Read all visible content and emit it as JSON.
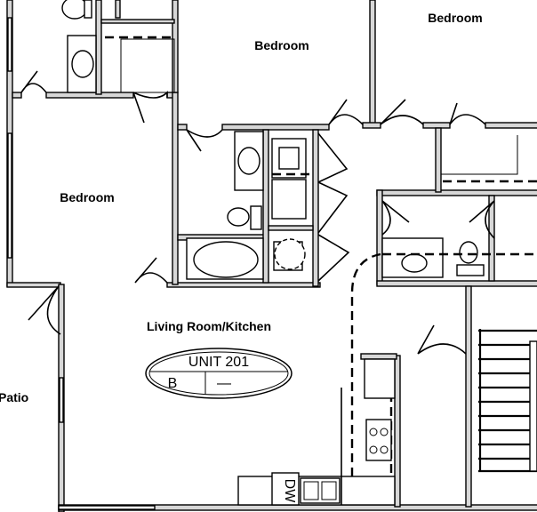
{
  "rooms": {
    "bedroom_top_center": "Bedroom",
    "bedroom_top_right": "Bedroom",
    "bedroom_left": "Bedroom",
    "living_kitchen": "Living Room/Kitchen",
    "patio": "Patio"
  },
  "unit_tag": {
    "unit": "UNIT 201",
    "type": "B",
    "variant": "—"
  },
  "appliances": {
    "dishwasher": "DW"
  },
  "colors": {
    "wall_fill": "#d7d7d7",
    "line": "#000000",
    "background": "#ffffff"
  }
}
